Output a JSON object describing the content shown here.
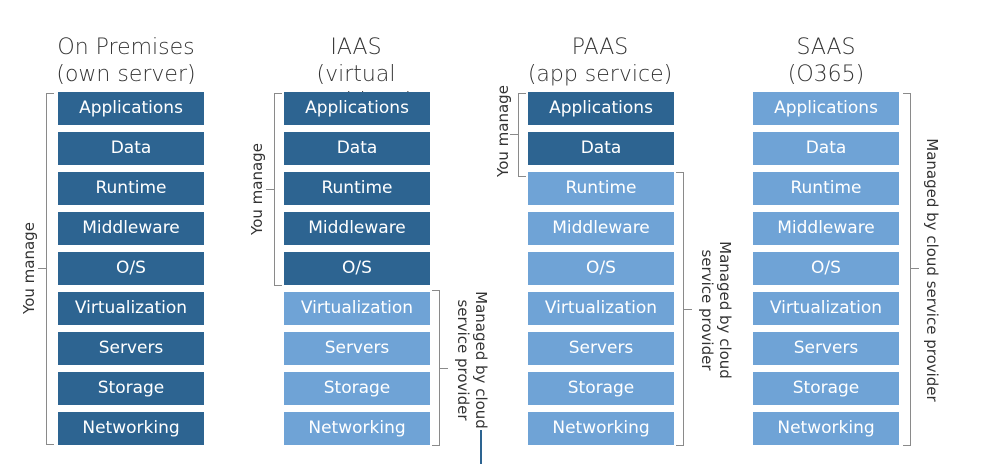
{
  "columns": [
    {
      "title_line1": "On Premises",
      "title_line2": "(own server)",
      "layers": [
        "Applications",
        "Data",
        "Runtime",
        "Middleware",
        "O/S",
        "Virtualization",
        "Servers",
        "Storage",
        "Networking"
      ],
      "you_manage_label": "You manage",
      "managed_label_line1": "",
      "managed_label_line2": ""
    },
    {
      "title_line1": "IAAS",
      "title_line2": "(virtual machines)",
      "layers": [
        "Applications",
        "Data",
        "Runtime",
        "Middleware",
        "O/S",
        "Virtualization",
        "Servers",
        "Storage",
        "Networking"
      ],
      "you_manage_label": "You manage",
      "managed_label_line1": "Managed by cloud",
      "managed_label_line2": "service provider"
    },
    {
      "title_line1": "PAAS",
      "title_line2": "(app service)",
      "layers": [
        "Applications",
        "Data",
        "Runtime",
        "Middleware",
        "O/S",
        "Virtualization",
        "Servers",
        "Storage",
        "Networking"
      ],
      "you_manage_label": "You manage",
      "managed_label_line1": "Managed by cloud",
      "managed_label_line2": "service provider"
    },
    {
      "title_line1": "SAAS",
      "title_line2": "(O365)",
      "layers": [
        "Applications",
        "Data",
        "Runtime",
        "Middleware",
        "O/S",
        "Virtualization",
        "Servers",
        "Storage",
        "Networking"
      ],
      "you_manage_label": "",
      "managed_label_line1": "Managed by cloud service provider",
      "managed_label_line2": ""
    }
  ],
  "colors": {
    "user_managed": "#2d6491",
    "provider_managed": "#6fa3d6"
  }
}
